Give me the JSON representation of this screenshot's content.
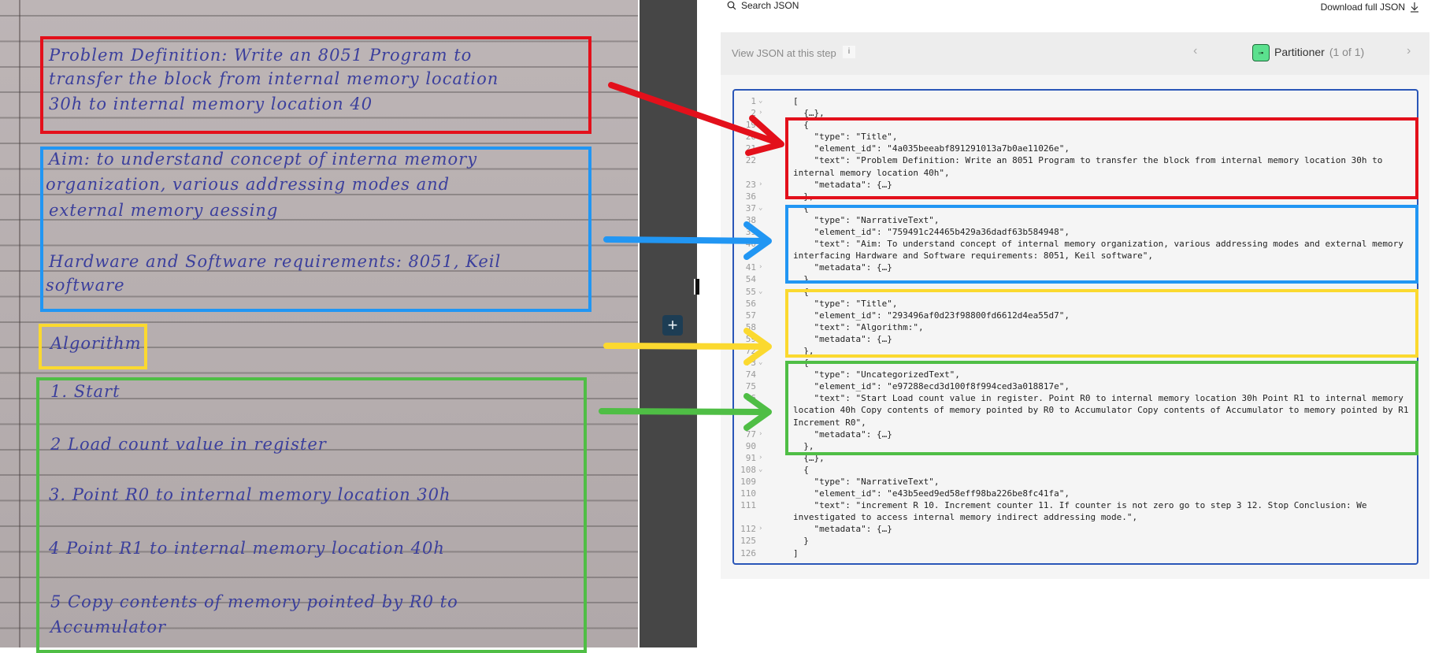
{
  "document_photo": {
    "lines": [
      "Problem Definition: Write an 8051 Program to",
      "transfer the block from internal memory location",
      "30h to internal memory location 40",
      "Aim: to understand concept of interna memory",
      "organization, various addressing modes and",
      "external memory aessing",
      "Hardware and Software requirements: 8051, Keil",
      "software",
      "Algorithm",
      "1. Start",
      "2 Load count value in register",
      "3. Point R0 to internal memory location 30h",
      "4 Point R1 to internal memory location 40h",
      "5 Copy contents of memory pointed by R0 to",
      "Accumulator"
    ]
  },
  "toolbar": {
    "search_label": "Search JSON",
    "download_label": "Download full JSON"
  },
  "stepbar": {
    "label": "View JSON at this step",
    "info": "i",
    "prev": "‹",
    "next": "›",
    "step_name": "Partitioner",
    "step_count": "(1 of 1)"
  },
  "splitter": {
    "add": "+"
  },
  "colors": {
    "red": "#e3101b",
    "blue": "#2196f3",
    "yellow": "#fbd92f",
    "green": "#4fbe45",
    "json_border": "#2a56b8",
    "partitioner_badge": "#5be08e"
  },
  "icons": {
    "search": "search-icon",
    "download": "download-arrow-icon",
    "partitioner": "partitioner-icon"
  },
  "json_view": {
    "lines": [
      {
        "n": "1",
        "fold": "v",
        "text": "["
      },
      {
        "n": "2",
        "fold": ">",
        "text": "  {…},"
      },
      {
        "n": "19",
        "fold": "v",
        "text": "  {"
      },
      {
        "n": "20",
        "fold": "",
        "text": "    \"type\": \"Title\","
      },
      {
        "n": "21",
        "fold": "",
        "text": "    \"element_id\": \"4a035beeabf891291013a7b0ae11026e\","
      },
      {
        "n": "22",
        "fold": "",
        "text": "    \"text\": \"Problem Definition: Write an 8051 Program to transfer the block from internal memory location 30h to internal memory location 40h\","
      },
      {
        "n": "23",
        "fold": ">",
        "text": "    \"metadata\": {…}"
      },
      {
        "n": "36",
        "fold": "",
        "text": "  },"
      },
      {
        "n": "37",
        "fold": "v",
        "text": "  {"
      },
      {
        "n": "38",
        "fold": "",
        "text": "    \"type\": \"NarrativeText\","
      },
      {
        "n": "39",
        "fold": "",
        "text": "    \"element_id\": \"759491c24465b429a36dadf63b584948\","
      },
      {
        "n": "40",
        "fold": "",
        "text": "    \"text\": \"Aim: To understand concept of internal memory organization, various addressing modes and external memory interfacing Hardware and Software requirements: 8051, Keil software\","
      },
      {
        "n": "41",
        "fold": ">",
        "text": "    \"metadata\": {…}"
      },
      {
        "n": "54",
        "fold": "",
        "text": "  },"
      },
      {
        "n": "55",
        "fold": "v",
        "text": "  {"
      },
      {
        "n": "56",
        "fold": "",
        "text": "    \"type\": \"Title\","
      },
      {
        "n": "57",
        "fold": "",
        "text": "    \"element_id\": \"293496af0d23f98800fd6612d4ea55d7\","
      },
      {
        "n": "58",
        "fold": "",
        "text": "    \"text\": \"Algorithm:\","
      },
      {
        "n": "59",
        "fold": ">",
        "text": "    \"metadata\": {…}"
      },
      {
        "n": "72",
        "fold": "",
        "text": "  },"
      },
      {
        "n": "73",
        "fold": "v",
        "text": "  {"
      },
      {
        "n": "74",
        "fold": "",
        "text": "    \"type\": \"UncategorizedText\","
      },
      {
        "n": "75",
        "fold": "",
        "text": "    \"element_id\": \"e97288ecd3d100f8f994ced3a018817e\","
      },
      {
        "n": "76",
        "fold": "",
        "text": "    \"text\": \"Start Load count value in register. Point R0 to internal memory location 30h Point R1 to internal memory location 40h Copy contents of memory pointed by R0 to Accumulator Copy contents of Accumulator to memory pointed by R1 Increment R0\","
      },
      {
        "n": "77",
        "fold": ">",
        "text": "    \"metadata\": {…}"
      },
      {
        "n": "90",
        "fold": "",
        "text": "  },"
      },
      {
        "n": "91",
        "fold": ">",
        "text": "  {…},"
      },
      {
        "n": "108",
        "fold": "v",
        "text": "  {"
      },
      {
        "n": "109",
        "fold": "",
        "text": "    \"type\": \"NarrativeText\","
      },
      {
        "n": "110",
        "fold": "",
        "text": "    \"element_id\": \"e43b5eed9ed58eff98ba226be8fc41fa\","
      },
      {
        "n": "111",
        "fold": "",
        "text": "    \"text\": \"increment R 10. Increment counter 11. If counter is not zero go to step 3 12. Stop Conclusion: We investigated to access internal memory indirect addressing mode.\","
      },
      {
        "n": "112",
        "fold": ">",
        "text": "    \"metadata\": {…}"
      },
      {
        "n": "125",
        "fold": "",
        "text": "  }"
      },
      {
        "n": "126",
        "fold": "",
        "text": "]"
      }
    ]
  }
}
